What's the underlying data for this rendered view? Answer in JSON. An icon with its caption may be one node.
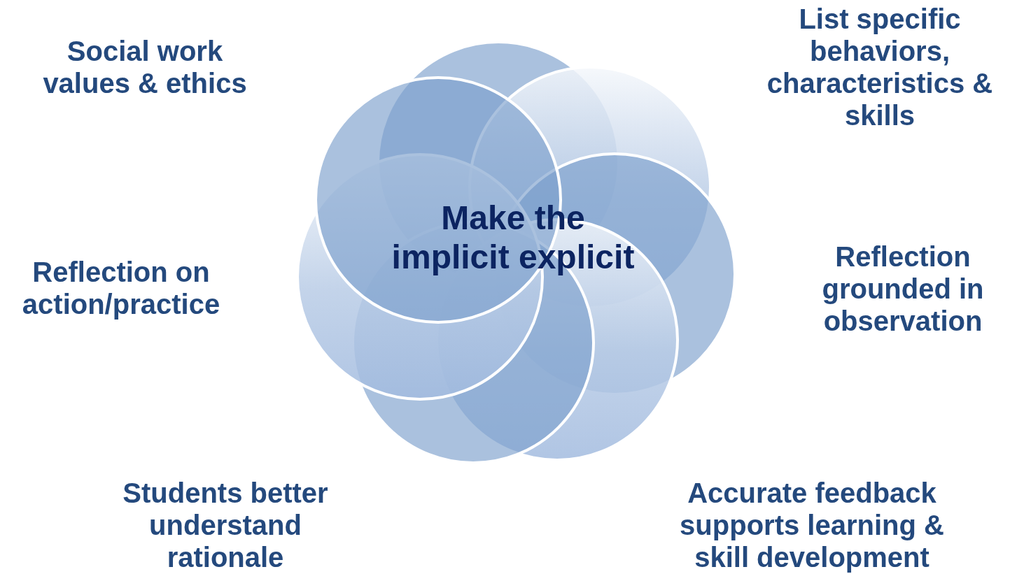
{
  "diagram": {
    "labels": [
      "Social work values & ethics",
      "List specific behaviors, characteristics & skills",
      "Make the implicit explicit",
      "Reflection on action/practice",
      "Reflection grounded in observation",
      "Students better understand rationale",
      "Accurate feedback supports learning & skill development"
    ]
  }
}
